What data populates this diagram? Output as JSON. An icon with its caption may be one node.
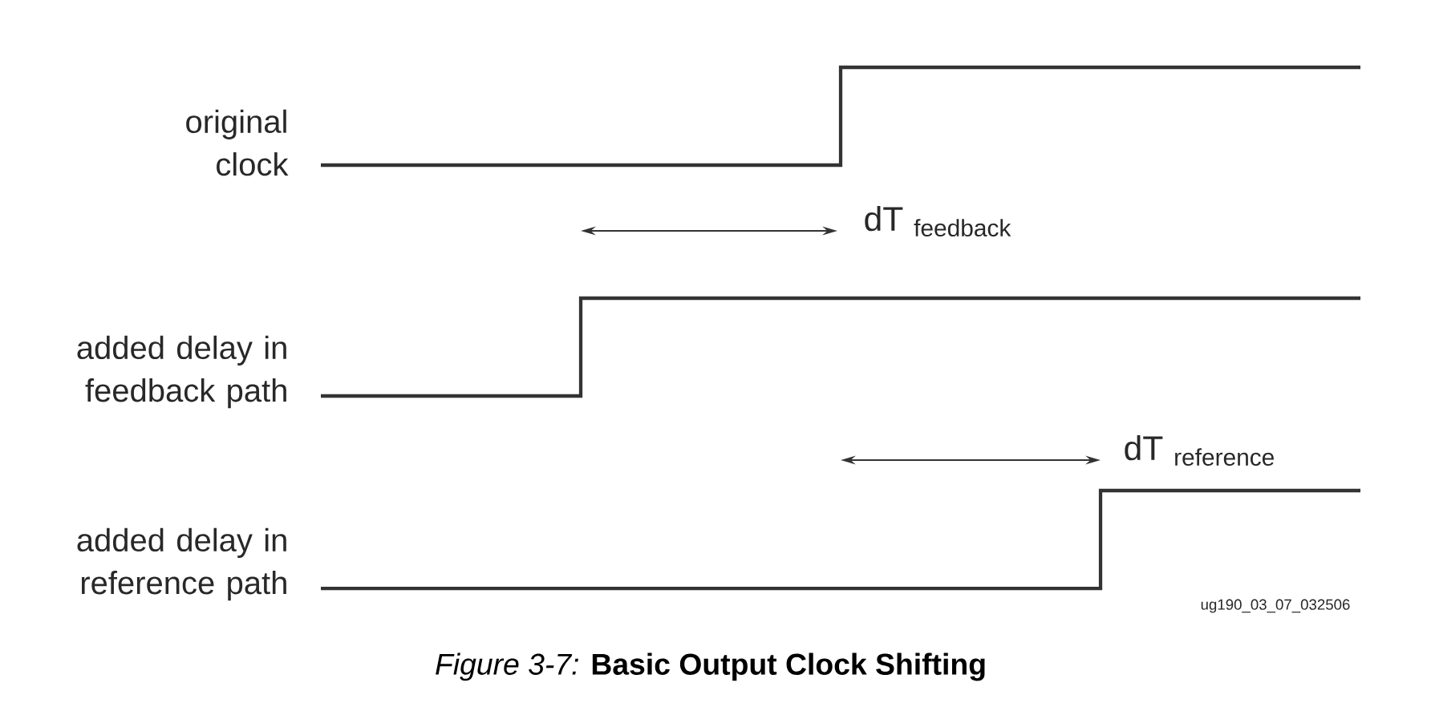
{
  "diagram": {
    "caption": "*Figure 3-7:*   **Basic Output Clock Shifting**",
    "labels": [
      "original clock",
      "\\text{dT}\\;_{\\text{feedback}}",
      "added delay in feedback path",
      "\\text{dT}\\;_{\\text{reference}}",
      "added delay in reference path",
      "ug190_03_07_032506"
    ]
  }
}
